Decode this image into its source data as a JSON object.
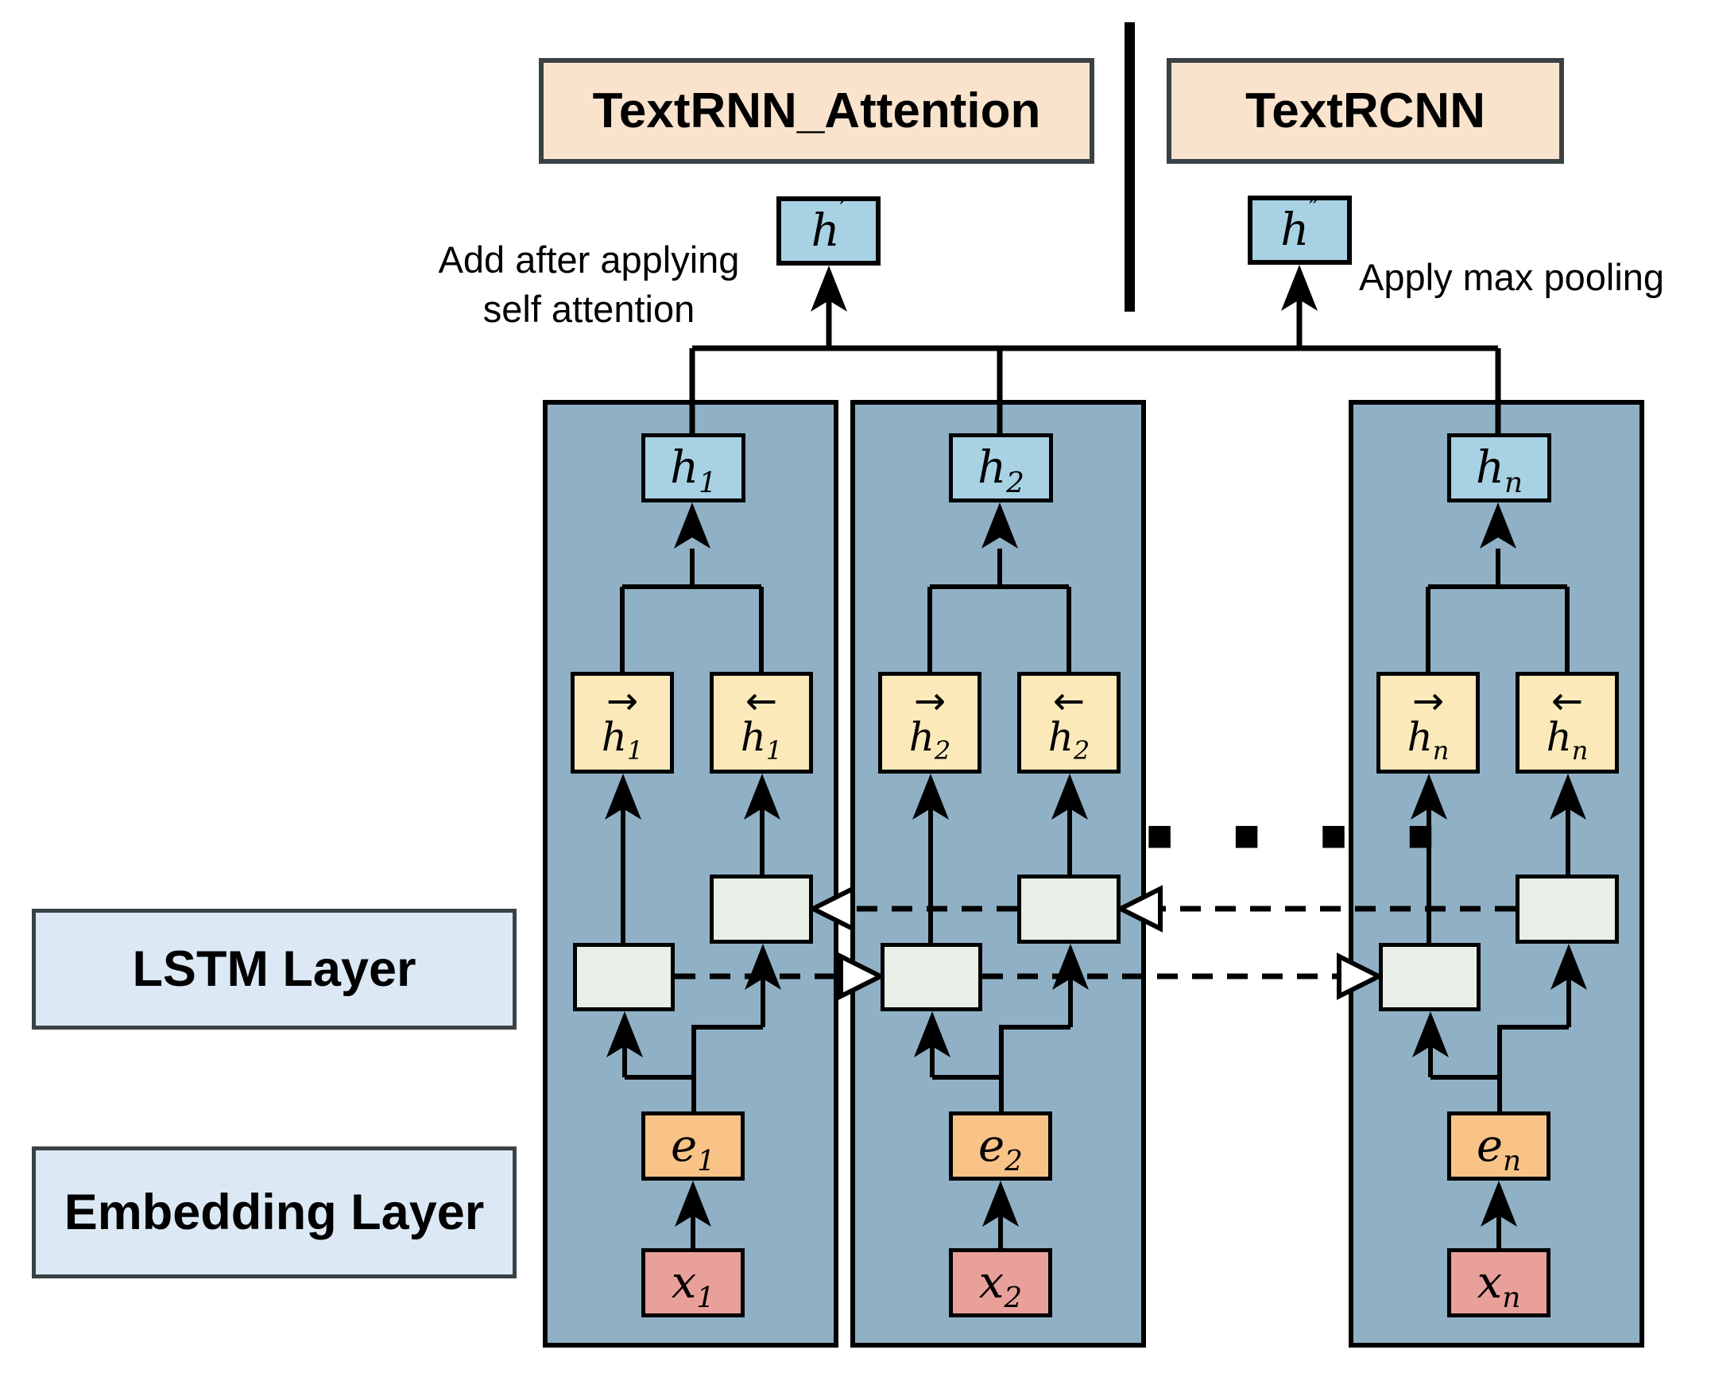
{
  "diagram": {
    "titles": [
      {
        "label": "TextRNN_Attention"
      },
      {
        "label": "TextRCNN"
      }
    ],
    "pooled_outputs": [
      {
        "base": "h",
        "sup": "′",
        "note": "left pooled vector"
      },
      {
        "base": "h",
        "sup": "″",
        "note": "right pooled vector"
      }
    ],
    "annotations": {
      "left_line1": "Add after applying",
      "left_line2": "self attention",
      "right": "Apply max pooling"
    },
    "layer_labels": {
      "lstm": "LSTM Layer",
      "embedding": "Embedding Layer"
    },
    "ellipsis": "■ ■ ■ ■",
    "columns": [
      {
        "sub": "1",
        "h_base": "h",
        "e_base": "e",
        "x_base": "x",
        "forward_arrow": "→",
        "backward_arrow": "←"
      },
      {
        "sub": "2",
        "h_base": "h",
        "e_base": "e",
        "x_base": "x",
        "forward_arrow": "→",
        "backward_arrow": "←"
      },
      {
        "sub": "n",
        "h_base": "h",
        "e_base": "e",
        "x_base": "x",
        "forward_arrow": "→",
        "backward_arrow": "←"
      }
    ],
    "colors": {
      "column_fill": "#90b1c5",
      "hidden_box_fill": "#a8d2e4",
      "vector_box_fill": "#fce9ba",
      "lstm_cell_fill": "#e7efe6",
      "embedding_box_fill": "#f9c388",
      "input_box_fill": "#e9a09b",
      "title_fill": "#fae3cd",
      "layer_label_fill": "#dce9f5",
      "line": "#000000"
    }
  }
}
